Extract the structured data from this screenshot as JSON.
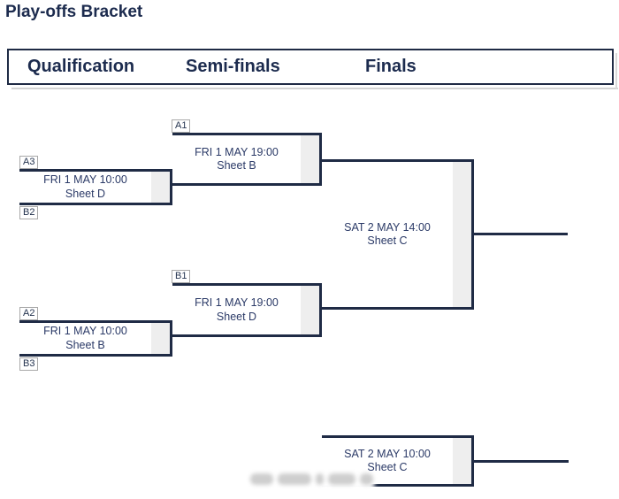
{
  "title": "Play-offs Bracket",
  "header": {
    "columns": [
      "Qualification",
      "Semi-finals",
      "Finals"
    ]
  },
  "colors": {
    "line": "#1f2b45",
    "match_text": "#2b3a67",
    "heading_text": "#1c2b4e",
    "inner_strip": "#eeeeee",
    "shadow": "#d4d4d4"
  },
  "matches": [
    {
      "name": "qualification-1",
      "top_slot": "A3",
      "bottom_slot": "B2",
      "when": "FRI 1 MAY 10:00",
      "sheet": "Sheet D"
    },
    {
      "name": "semi-final-1",
      "top_slot": "A1",
      "when": "FRI 1 MAY 19:00",
      "sheet": "Sheet B"
    },
    {
      "name": "qualification-2",
      "top_slot": "A2",
      "bottom_slot": "B3",
      "when": "FRI 1 MAY 10:00",
      "sheet": "Sheet B"
    },
    {
      "name": "semi-final-2",
      "top_slot": "B1",
      "when": "FRI 1 MAY 19:00",
      "sheet": "Sheet D"
    },
    {
      "name": "final",
      "when": "SAT 2 MAY 14:00",
      "sheet": "Sheet C"
    },
    {
      "name": "consolation",
      "when": "SAT 2 MAY 10:00",
      "sheet": "Sheet C"
    }
  ]
}
